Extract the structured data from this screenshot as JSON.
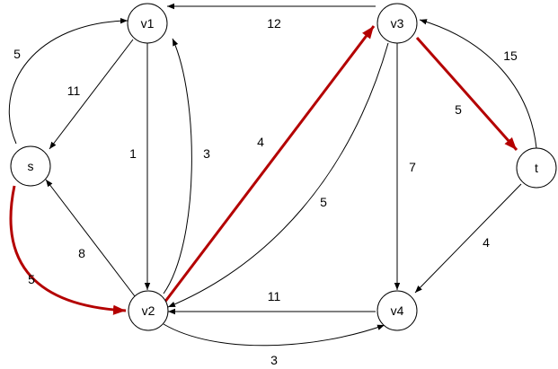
{
  "diagram": {
    "nodes": [
      {
        "id": "v1",
        "label": "v1"
      },
      {
        "id": "v3",
        "label": "v3"
      },
      {
        "id": "s",
        "label": "s"
      },
      {
        "id": "t",
        "label": "t"
      },
      {
        "id": "v2",
        "label": "v2"
      },
      {
        "id": "v4",
        "label": "v4"
      }
    ],
    "edges": [
      {
        "from": "s",
        "to": "v1",
        "weight": "5",
        "highlight": false
      },
      {
        "from": "v1",
        "to": "s",
        "weight": "11",
        "highlight": false
      },
      {
        "from": "v1",
        "to": "v2",
        "weight": "1",
        "highlight": false
      },
      {
        "from": "v2",
        "to": "v1",
        "weight": "3",
        "highlight": false
      },
      {
        "from": "v3",
        "to": "v1",
        "weight": "12",
        "highlight": false
      },
      {
        "from": "v2",
        "to": "v3",
        "weight": "4",
        "highlight": true
      },
      {
        "from": "v3",
        "to": "v2",
        "weight": "5",
        "highlight": false
      },
      {
        "from": "v3",
        "to": "t",
        "weight": "5",
        "highlight": true
      },
      {
        "from": "t",
        "to": "v3",
        "weight": "15",
        "highlight": false
      },
      {
        "from": "v3",
        "to": "v4",
        "weight": "7",
        "highlight": false
      },
      {
        "from": "t",
        "to": "v4",
        "weight": "4",
        "highlight": false
      },
      {
        "from": "v4",
        "to": "v2",
        "weight": "11",
        "highlight": false
      },
      {
        "from": "v2",
        "to": "v4",
        "weight": "3",
        "highlight": false
      },
      {
        "from": "v2",
        "to": "s",
        "weight": "8",
        "highlight": false
      },
      {
        "from": "s",
        "to": "v2",
        "weight": "5",
        "highlight": true
      }
    ],
    "colors": {
      "highlight": "#b40000",
      "default": "#000000"
    }
  }
}
